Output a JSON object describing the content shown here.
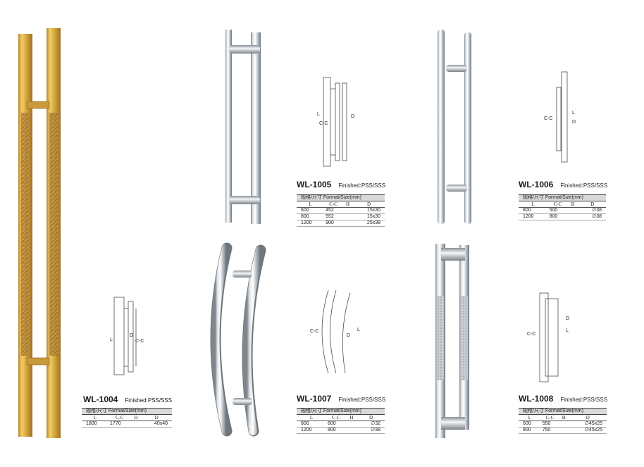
{
  "colors": {
    "gold": "#d7a93a",
    "gold_dark": "#a8782a",
    "steel_light": "#f4f6f8",
    "steel_dark": "#8a9096",
    "table_header": "#d9d9d9"
  },
  "products": [
    {
      "code": "WL-1004",
      "finished": "Finished:PSS/SSS",
      "spec_header": "规格/尺寸  Format/Size(mm)",
      "columns": [
        "L",
        "C-C",
        "H",
        "D"
      ],
      "rows": [
        {
          "L": "1800",
          "CC": "1770",
          "H": "",
          "D": "40x40"
        }
      ],
      "diagram_labels": {
        "L": "L",
        "D": "D",
        "CC": "C-C"
      }
    },
    {
      "code": "WL-1005",
      "finished": "Finished:PSS/SSS",
      "spec_header": "规格/尺寸  Format/Size(mm)",
      "columns": [
        "L",
        "C-C",
        "H",
        "D"
      ],
      "rows": [
        {
          "L": "600",
          "CC": "452",
          "H": "",
          "D": "15x30"
        },
        {
          "L": "800",
          "CC": "552",
          "H": "",
          "D": "15x30"
        },
        {
          "L": "1200",
          "CC": "900",
          "H": "",
          "D": "25x38"
        }
      ],
      "diagram_labels": {
        "L": "L",
        "D": "D",
        "CC": "C-C"
      }
    },
    {
      "code": "WL-1006",
      "finished": "Finished:PSS/SSS",
      "spec_header": "规格/尺寸  Format/Size(mm)",
      "columns": [
        "L",
        "C-C",
        "H",
        "D"
      ],
      "rows": [
        {
          "L": "800",
          "CC": "500",
          "H": "",
          "D": "∅38"
        },
        {
          "L": "1200",
          "CC": "800",
          "H": "",
          "D": "∅38"
        }
      ],
      "diagram_labels": {
        "L": "L",
        "D": "D",
        "CC": "C-C"
      }
    },
    {
      "code": "WL-1007",
      "finished": "Finished:PSS/SSS",
      "spec_header": "规格/尺寸  Format/Size(mm)",
      "columns": [
        "L",
        "C-C",
        "H",
        "D"
      ],
      "rows": [
        {
          "L": "800",
          "CC": "600",
          "H": "",
          "D": "∅32"
        },
        {
          "L": "1200",
          "CC": "800",
          "H": "",
          "D": "∅38"
        }
      ],
      "diagram_labels": {
        "L": "L",
        "D": "D",
        "CC": "C-C"
      }
    },
    {
      "code": "WL-1008",
      "finished": "Finished:PSS/SSS",
      "spec_header": "规格/尺寸  Format/Size(mm)",
      "columns": [
        "L",
        "C-C",
        "H",
        "D"
      ],
      "rows": [
        {
          "L": "600",
          "CC": "550",
          "H": "",
          "D": "∅45x25"
        },
        {
          "L": "800",
          "CC": "750",
          "H": "",
          "D": "∅45x25"
        }
      ],
      "diagram_labels": {
        "L": "L",
        "D": "D",
        "CC": "C-C"
      }
    }
  ]
}
